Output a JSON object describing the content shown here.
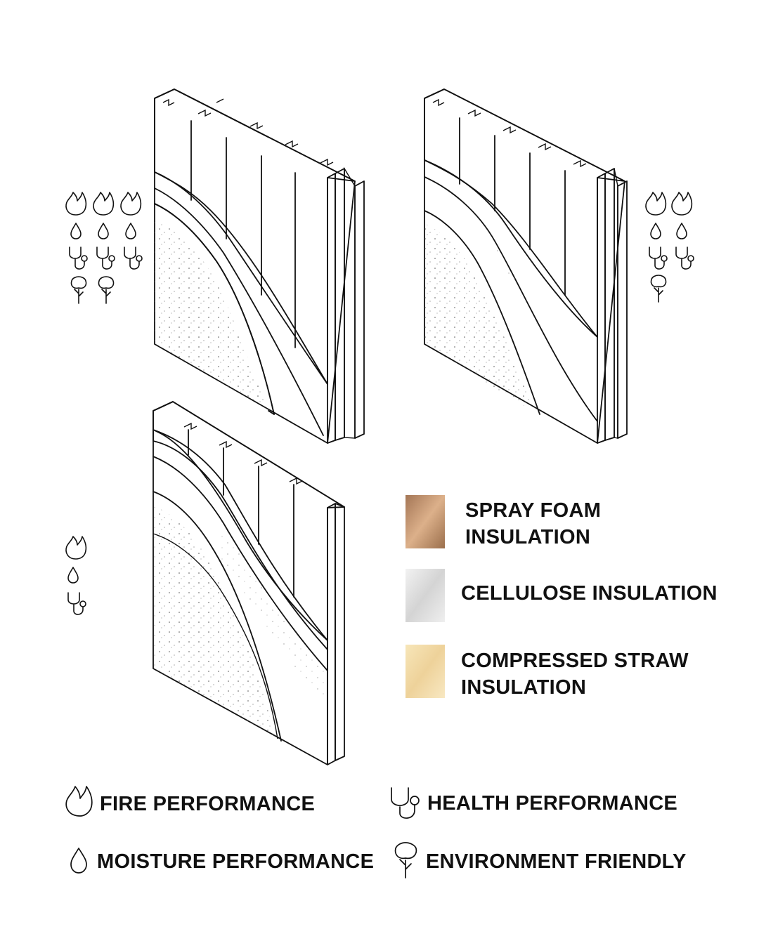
{
  "legend_materials": [
    {
      "id": "spray-foam",
      "lines": [
        "SPRAY FOAM",
        "INSULATION"
      ],
      "color": "#b98a62"
    },
    {
      "id": "cellulose",
      "lines": [
        "CELLULOSE INSULATION"
      ],
      "color": "#d6d6d6"
    },
    {
      "id": "straw",
      "lines": [
        "COMPRESSED STRAW",
        "INSULATION"
      ],
      "color": "#f1dca8"
    }
  ],
  "legend_performance": {
    "fire": "FIRE PERFORMANCE",
    "health": "HEALTH PERFORMANCE",
    "moisture": "MOISTURE PERFORMANCE",
    "environment": "ENVIRONMENT FRIENDLY"
  },
  "ratings": {
    "straw": {
      "fire": 3,
      "moisture": 3,
      "health": 3,
      "environment": 2
    },
    "cellulose": {
      "fire": 2,
      "moisture": 2,
      "health": 2,
      "environment": 1
    },
    "spray_foam": {
      "fire": 1,
      "moisture": 1,
      "health": 1,
      "environment": 0
    }
  },
  "colors": {
    "straw_light": "#fbe9a2",
    "straw_dark": "#f1c659",
    "cellulose_light": "#e4e4e4",
    "cellulose_dark": "#b9b9b9",
    "foam_light": "#e8c39d",
    "foam_dark": "#a77a55",
    "ink": "#111111"
  }
}
